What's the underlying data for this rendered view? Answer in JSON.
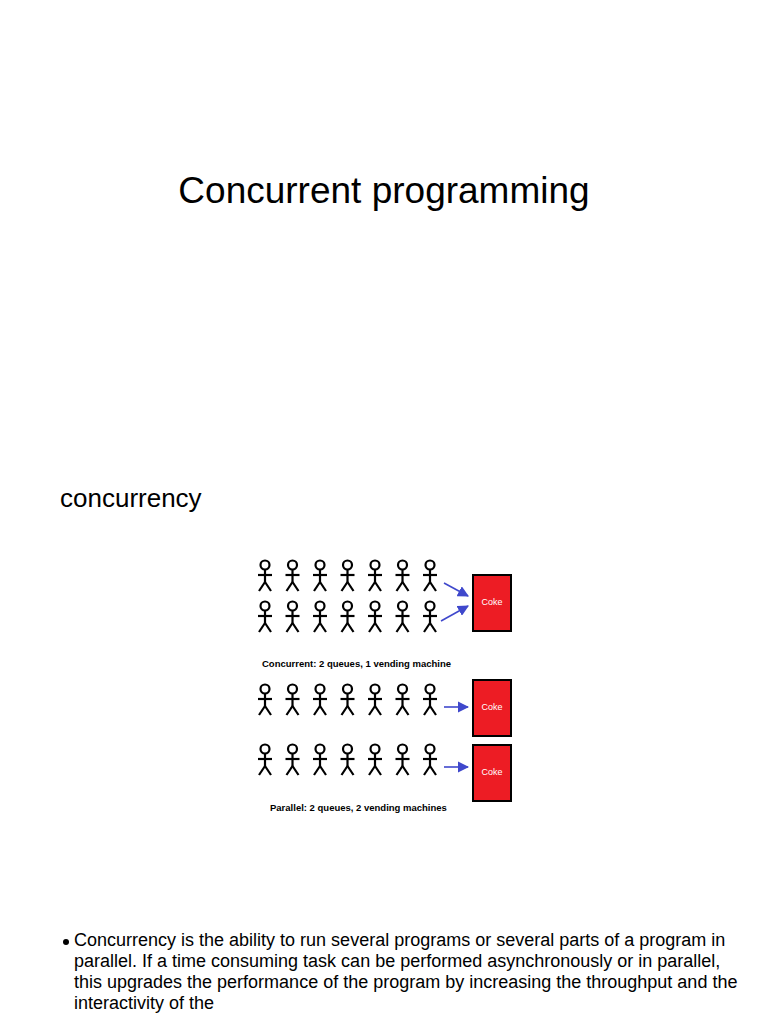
{
  "diagram": {
    "title": "Concurrent programming",
    "nodes": [
      {
        "text": [
          "Coke"
        ]
      },
      {
        "text": [
          "Coke"
        ]
      },
      {
        "text": [
          "Coke"
        ]
      }
    ],
    "labels": [
      "concurrency",
      "Concurrent: 2 queues, 1 vending machine",
      "Parallel: 2 queues, 2 vending machines",
      "Concurrency is the ability to run several programs or several parts of a program in parallel. If a time consuming task can be performed asynchronously or in parallel, this upgrades the performance of the program by increasing the throughput and the interactivity of the"
    ]
  }
}
